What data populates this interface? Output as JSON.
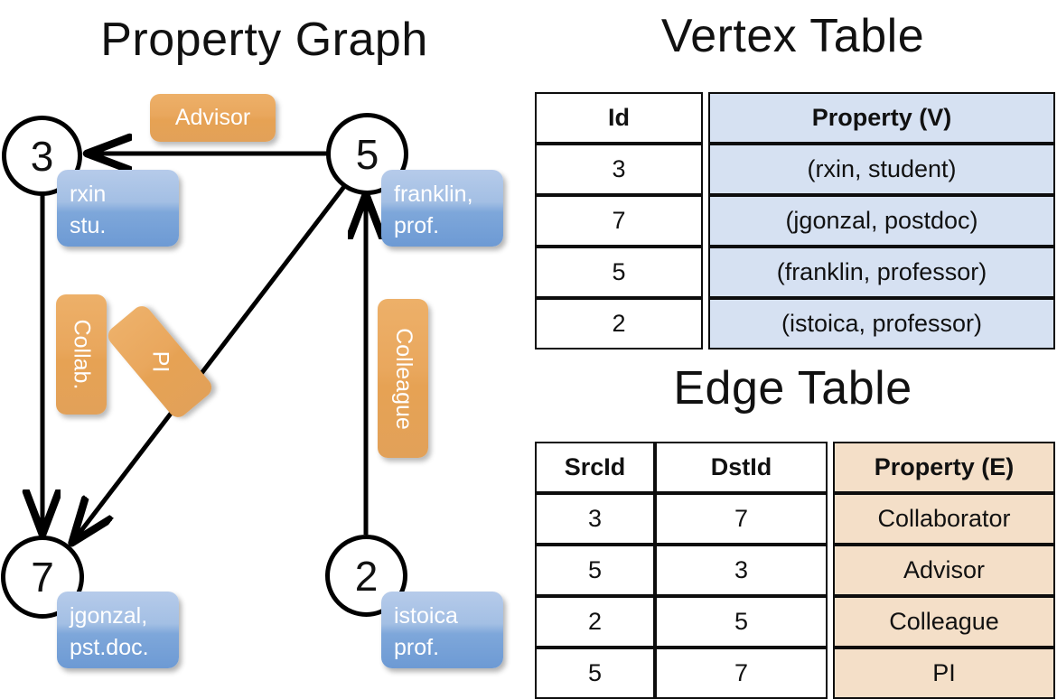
{
  "titles": {
    "property_graph": "Property Graph",
    "vertex_table": "Vertex Table",
    "edge_table": "Edge Table"
  },
  "graph": {
    "nodes": [
      {
        "id": "3",
        "label": "3",
        "property_lines": [
          "rxin",
          "stu."
        ]
      },
      {
        "id": "5",
        "label": "5",
        "property_lines": [
          "franklin,",
          "prof."
        ]
      },
      {
        "id": "7",
        "label": "7",
        "property_lines": [
          "jgonzal,",
          "pst.doc."
        ]
      },
      {
        "id": "2",
        "label": "2",
        "property_lines": [
          "istoica",
          "prof."
        ]
      }
    ],
    "edge_labels": [
      {
        "name": "advisor",
        "text": "Advisor",
        "orientation": "horizontal"
      },
      {
        "name": "collab",
        "text": "Collab.",
        "orientation": "vertical"
      },
      {
        "name": "pi",
        "text": "PI",
        "orientation": "diagonal"
      },
      {
        "name": "colleague",
        "text": "Colleague",
        "orientation": "vertical"
      }
    ],
    "edges": [
      {
        "src": "5",
        "dst": "3"
      },
      {
        "src": "3",
        "dst": "7"
      },
      {
        "src": "5",
        "dst": "7"
      },
      {
        "src": "2",
        "dst": "5"
      }
    ]
  },
  "vertex_table": {
    "headers": [
      "Id",
      "Property (V)"
    ],
    "rows": [
      {
        "id": "3",
        "property": "(rxin, student)"
      },
      {
        "id": "7",
        "property": "(jgonzal, postdoc)"
      },
      {
        "id": "5",
        "property": "(franklin, professor)"
      },
      {
        "id": "2",
        "property": "(istoica, professor)"
      }
    ]
  },
  "edge_table": {
    "headers": [
      "SrcId",
      "DstId",
      "Property (E)"
    ],
    "rows": [
      {
        "src": "3",
        "dst": "7",
        "property": "Collaborator"
      },
      {
        "src": "5",
        "dst": "3",
        "property": "Advisor"
      },
      {
        "src": "2",
        "dst": "5",
        "property": "Colleague"
      },
      {
        "src": "5",
        "dst": "7",
        "property": "PI"
      }
    ]
  },
  "colors": {
    "vertex_property_fill": "#d6e1f2",
    "edge_property_fill": "#f4dfc8",
    "node_box_blue": "#7ea7da",
    "edge_label_orange": "#e6a254",
    "stroke": "#0d0d0d"
  }
}
